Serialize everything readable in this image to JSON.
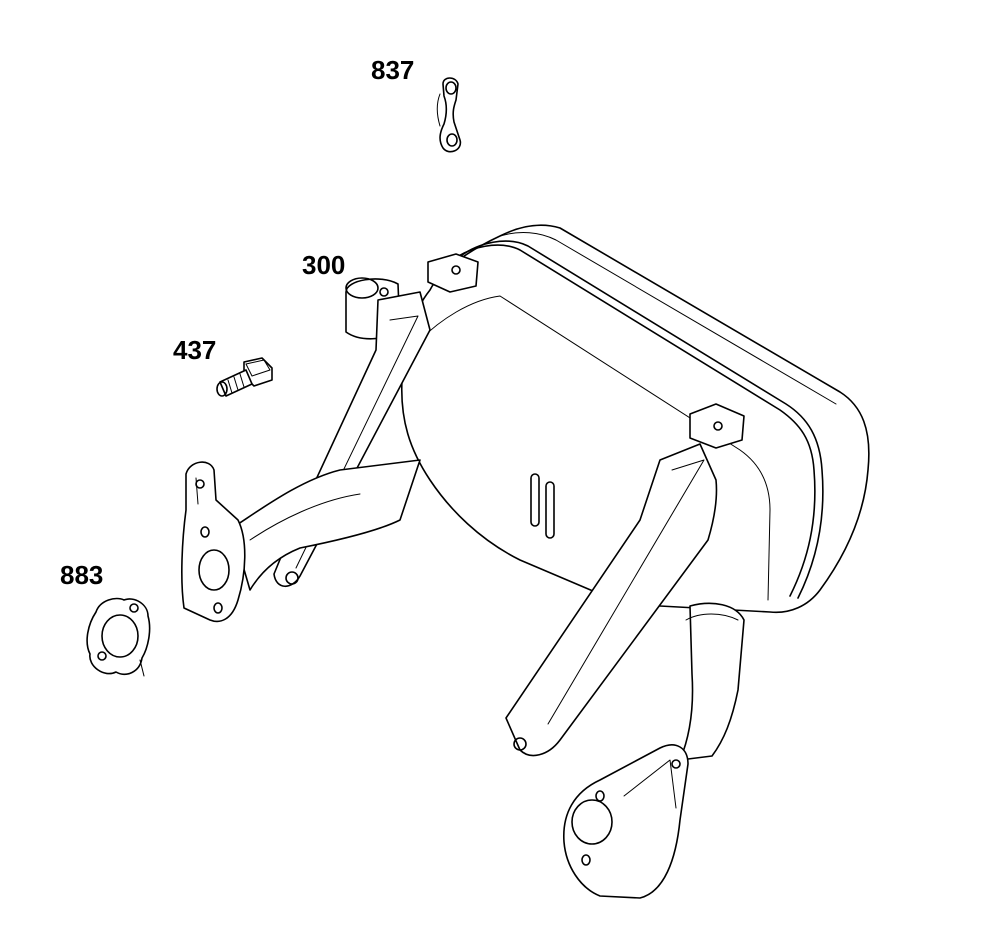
{
  "labels": {
    "p837": "837",
    "p300": "300",
    "p437": "437",
    "p883": "883"
  },
  "colors": {
    "line": "#000000",
    "background": "#ffffff"
  }
}
